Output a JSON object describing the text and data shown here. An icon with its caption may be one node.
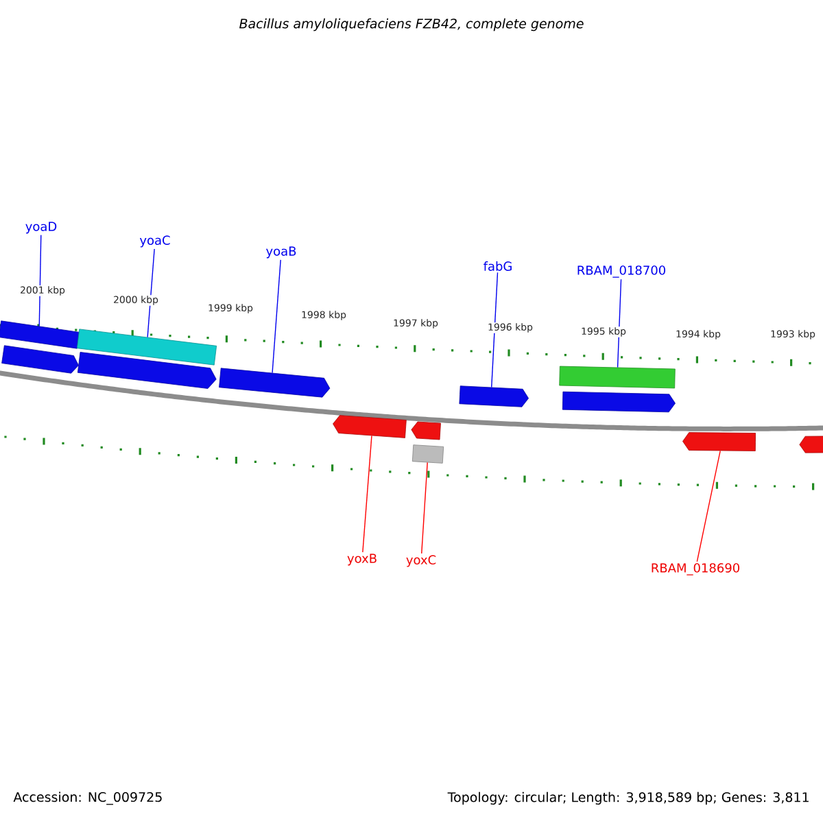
{
  "diagram": {
    "title": "Bacillus amyloliquefaciens FZB42, complete genome",
    "nodes": [
      {
        "text": [
          "yoaD"
        ]
      },
      {
        "text": [
          "yoaC"
        ]
      },
      {
        "text": [
          "yoaB"
        ]
      },
      {
        "text": [
          "fabG"
        ]
      },
      {
        "text": [
          "RBAM_018700"
        ]
      },
      {
        "text": [
          "yoxB"
        ]
      },
      {
        "text": [
          "yoxC"
        ]
      },
      {
        "text": [
          "RBAM_018690"
        ]
      },
      {
        "text": [],
        "shape": "bar"
      },
      {
        "text": [],
        "shape": "bar"
      },
      {
        "text": [],
        "shape": "arrow"
      },
      {
        "text": [],
        "shape": "arrow"
      },
      {
        "text": [],
        "shape": "arrow"
      },
      {
        "text": [],
        "shape": "arrow"
      },
      {
        "text": [],
        "shape": "bar"
      },
      {
        "text": [],
        "shape": "arrow"
      },
      {
        "text": [],
        "shape": "arrow"
      },
      {
        "text": [],
        "shape": "arrow"
      },
      {
        "text": [],
        "shape": "bar"
      },
      {
        "text": [],
        "shape": "arrow"
      },
      {
        "text": [],
        "shape": "arrow"
      }
    ],
    "edges": [
      {
        "from": 0,
        "to": 8,
        "arrow": "none"
      },
      {
        "from": 1,
        "to": 9,
        "arrow": "none"
      },
      {
        "from": 2,
        "to": 12,
        "arrow": "none"
      },
      {
        "from": 3,
        "to": 13,
        "arrow": "none"
      },
      {
        "from": 4,
        "to": 14,
        "arrow": "none"
      },
      {
        "from": 5,
        "to": 16,
        "arrow": "none",
        "color": "#ff0000"
      },
      {
        "from": 6,
        "to": 18,
        "arrow": "none",
        "color": "#ff0000"
      },
      {
        "from": 7,
        "to": 19,
        "arrow": "none",
        "color": "#ff0000"
      }
    ],
    "labels": [
      "2001 kbp",
      "2000 kbp",
      "1999 kbp",
      "1998 kbp",
      "1997 kbp",
      "1996 kbp",
      "1995 kbp",
      "1994 kbp",
      "1993 kbp",
      "Accession: NC_009725",
      "Topology: circular; Length: 3,918,589 bp; Genes: 3,811"
    ]
  }
}
